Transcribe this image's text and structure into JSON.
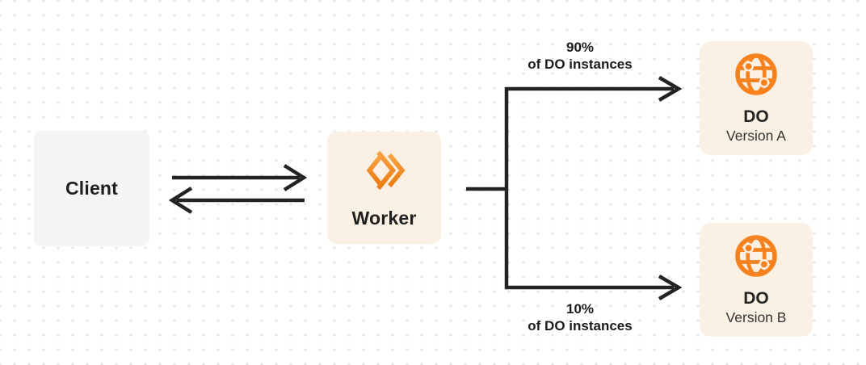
{
  "nodes": {
    "client": {
      "label": "Client"
    },
    "worker": {
      "label": "Worker",
      "icon": "cloudflare-workers-icon"
    },
    "do_version_a": {
      "title": "DO",
      "subtitle": "Version A",
      "icon": "durable-object-globe-icon"
    },
    "do_version_b": {
      "title": "DO",
      "subtitle": "Version B",
      "icon": "durable-object-globe-icon"
    }
  },
  "edges": {
    "client_worker": {
      "type": "bidirectional-arrows"
    },
    "branch_a": {
      "percent": "90%",
      "caption": "of DO instances"
    },
    "branch_b": {
      "percent": "10%",
      "caption": "of DO instances"
    }
  },
  "colors": {
    "accent_orange": "#f6821f",
    "accent_orange_light": "#f9a344",
    "accent_orange_dark": "#ed7b11",
    "box_cream": "#faf1e4",
    "box_gray": "#f5f5f6",
    "line_dark": "#232323",
    "dot_grid": "#e4e4e4"
  }
}
